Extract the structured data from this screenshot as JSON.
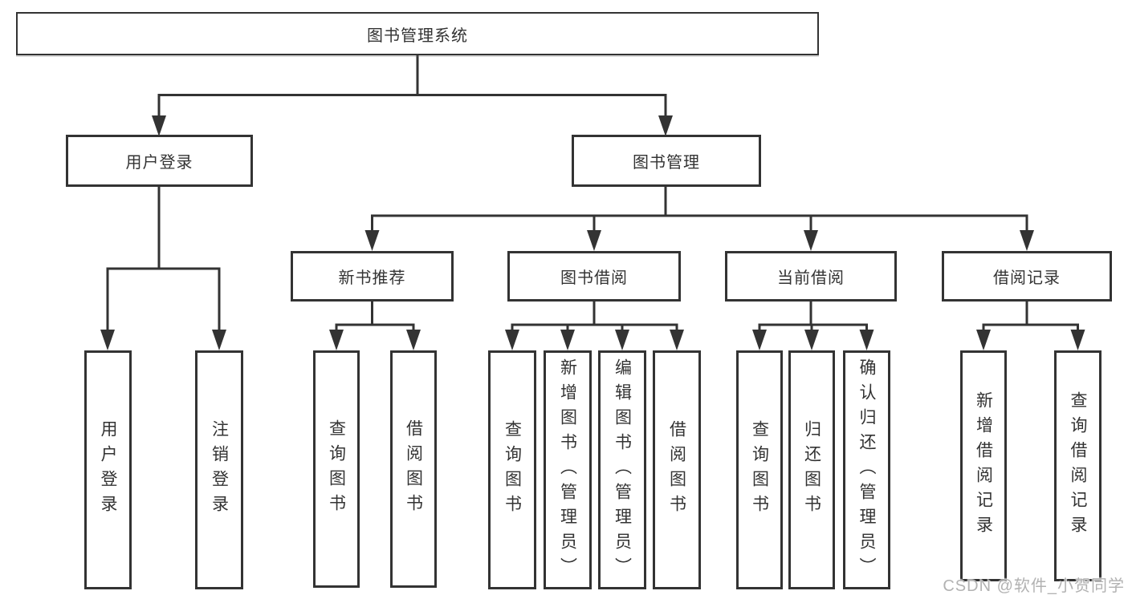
{
  "colors": {
    "line": "#333333",
    "box_border": "#333333",
    "box_bg": "#ffffff",
    "text": "#333333",
    "watermark_text": "#b2b2b2",
    "background": "#ffffff"
  },
  "watermark": {
    "text": "CSDN @软件_小贺同学"
  },
  "tree": {
    "label": "图书管理系统",
    "children": [
      {
        "label": "用户登录",
        "children": [
          {
            "label": "用户登录"
          },
          {
            "label": "注销登录"
          }
        ]
      },
      {
        "label": "图书管理",
        "children": [
          {
            "label": "新书推荐",
            "children": [
              {
                "label": "查询图书"
              },
              {
                "label": "借阅图书"
              }
            ]
          },
          {
            "label": "图书借阅",
            "children": [
              {
                "label": "查询图书"
              },
              {
                "label": "新增图书（管理员）"
              },
              {
                "label": "编辑图书（管理员）"
              },
              {
                "label": "借阅图书"
              }
            ]
          },
          {
            "label": "当前借阅",
            "children": [
              {
                "label": "查询图书"
              },
              {
                "label": "归还图书"
              },
              {
                "label": "确认归还（管理员）"
              }
            ]
          },
          {
            "label": "借阅记录",
            "children": [
              {
                "label": "新增借阅记录"
              },
              {
                "label": "查询借阅记录"
              }
            ]
          }
        ]
      }
    ]
  }
}
